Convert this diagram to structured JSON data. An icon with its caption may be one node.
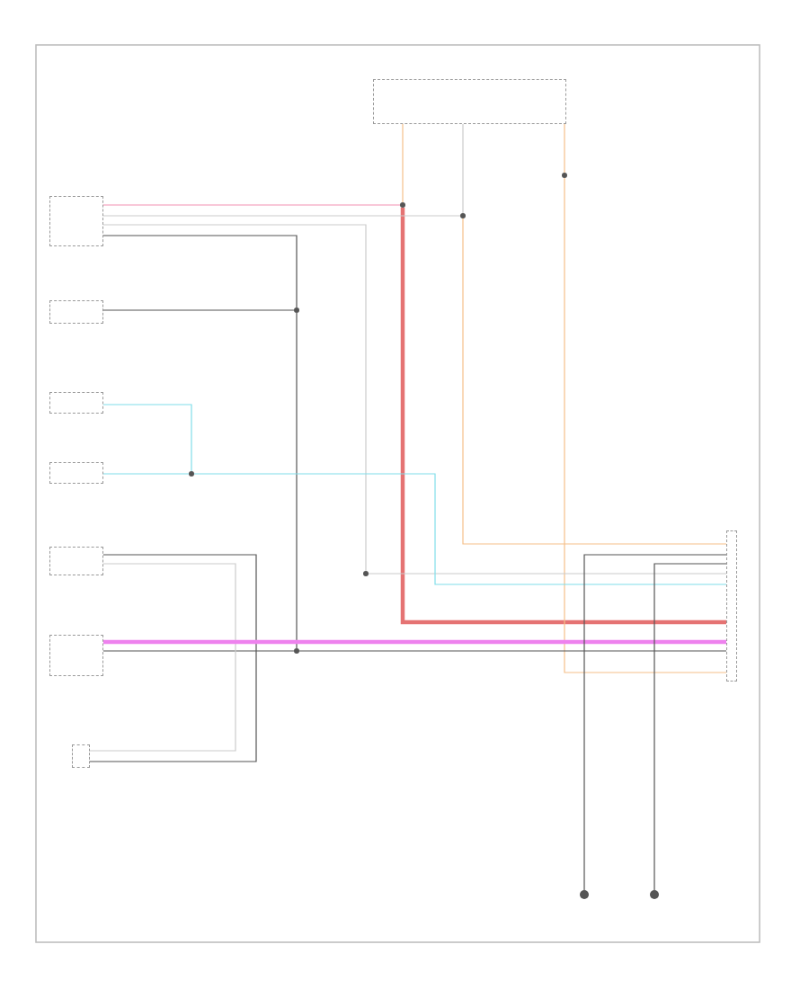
{
  "diagram": {
    "nodes": [
      {
        "text": [],
        "shape": "box"
      },
      {
        "text": [],
        "shape": "box"
      },
      {
        "text": [],
        "shape": "box"
      },
      {
        "text": [],
        "shape": "box"
      },
      {
        "text": [],
        "shape": "box"
      },
      {
        "text": [],
        "shape": "box"
      },
      {
        "text": [],
        "shape": "box"
      },
      {
        "text": [],
        "shape": "box"
      },
      {
        "text": [],
        "shape": "box"
      },
      {
        "text": [],
        "shape": "circle"
      },
      {
        "text": [],
        "shape": "circle"
      },
      {
        "text": [],
        "shape": "circle"
      },
      {
        "text": [],
        "shape": "circle"
      },
      {
        "text": [],
        "shape": "circle"
      },
      {
        "text": [],
        "shape": "circle"
      },
      {
        "text": [],
        "shape": "circle"
      },
      {
        "text": [],
        "shape": "circle"
      },
      {
        "text": [],
        "shape": "circle"
      }
    ],
    "edges": [
      {
        "from": 0,
        "to": 9,
        "arrow": "none",
        "color": "#f5c08a"
      },
      {
        "from": 1,
        "to": 9,
        "arrow": "none",
        "color": "#f48fb1"
      },
      {
        "from": 9,
        "to": 7,
        "arrow": "none",
        "color": "#e57373",
        "style": "thick"
      },
      {
        "from": 0,
        "to": 10,
        "arrow": "none",
        "color": "#cccccc"
      },
      {
        "from": 1,
        "to": 10,
        "arrow": "none",
        "color": "#cccccc"
      },
      {
        "from": 10,
        "to": 7,
        "arrow": "none",
        "color": "#f5c08a"
      },
      {
        "from": 0,
        "to": 11,
        "arrow": "none",
        "color": "#f5c08a"
      },
      {
        "from": 11,
        "to": 7,
        "arrow": "none",
        "color": "#f5c08a"
      },
      {
        "from": 1,
        "to": 12,
        "arrow": "none"
      },
      {
        "from": 2,
        "to": 12,
        "arrow": "none"
      },
      {
        "from": 12,
        "to": 13,
        "arrow": "none"
      },
      {
        "from": 13,
        "to": 7,
        "arrow": "none"
      },
      {
        "from": 6,
        "to": 13,
        "arrow": "none"
      },
      {
        "from": 1,
        "to": 14,
        "arrow": "none",
        "color": "#cccccc"
      },
      {
        "from": 14,
        "to": 7,
        "arrow": "none",
        "color": "#cccccc"
      },
      {
        "from": 3,
        "to": 15,
        "arrow": "none",
        "color": "#80deea"
      },
      {
        "from": 4,
        "to": 15,
        "arrow": "none",
        "color": "#80deea"
      },
      {
        "from": 15,
        "to": 7,
        "arrow": "none",
        "color": "#80deea"
      },
      {
        "from": 5,
        "to": 8,
        "arrow": "none"
      },
      {
        "from": 5,
        "to": 8,
        "arrow": "none",
        "color": "#cccccc"
      },
      {
        "from": 6,
        "to": 7,
        "arrow": "none",
        "color": "#ee82ee",
        "style": "thick"
      },
      {
        "from": 7,
        "to": 16,
        "arrow": "none"
      },
      {
        "from": 7,
        "to": 17,
        "arrow": "none"
      }
    ]
  }
}
